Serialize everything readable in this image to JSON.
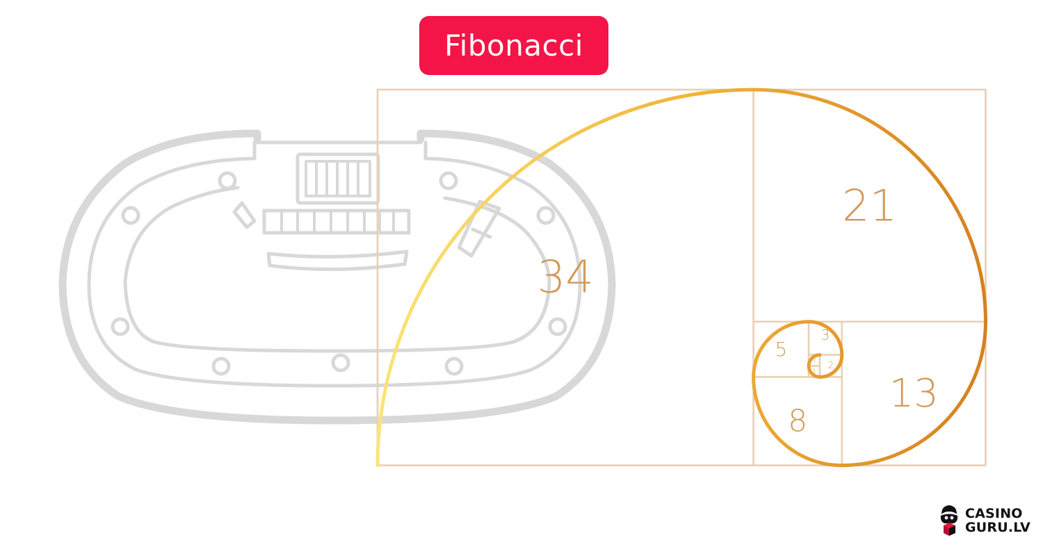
{
  "title": "Fibonacci",
  "numbers": [
    "34",
    "21",
    "13",
    "8",
    "5",
    "3",
    "2",
    "1",
    "1"
  ],
  "logo": {
    "line1": "CASINO",
    "line2": "GURU.LV"
  },
  "colors": {
    "title_bg": "#f41447",
    "title_text": "#ffffff",
    "grid": "#e8d2b4",
    "number": "#d29a5a",
    "spiral_start": "#fbe47a",
    "spiral_mid": "#f2b53a",
    "spiral_end": "#d6801e",
    "table_sketch": "#d8d8d8"
  }
}
